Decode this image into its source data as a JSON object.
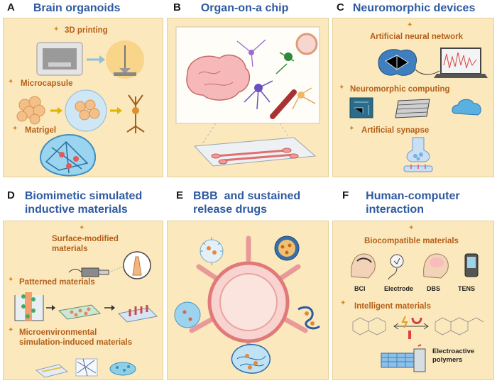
{
  "panels": {
    "a": {
      "letter": "A",
      "title": "Brain organoids",
      "items": [
        "3D printing",
        "Microcapsule",
        "Matrigel"
      ]
    },
    "b": {
      "letter": "B",
      "title": "Organ-on-a chip"
    },
    "c": {
      "letter": "C",
      "title": "Neuromorphic devices",
      "items": [
        "Artificial neural network",
        "Neuromorphic computing",
        "Artificial synapse"
      ]
    },
    "d": {
      "letter": "D",
      "title_line1": "Biomimetic simulated",
      "title_line2": "inductive materials",
      "items": [
        "Surface-modified",
        "materials",
        "Patterned materials",
        "Microenvironmental",
        "simulation-induced materials"
      ]
    },
    "e": {
      "letter": "E",
      "title_line1": "BBB  and sustained",
      "title_line2": "release drugs"
    },
    "f": {
      "letter": "F",
      "title_line1": "Human-computer",
      "title_line2": "interaction",
      "items": [
        "Biocompatible materials",
        "Intelligent materials"
      ],
      "devices": [
        "BCI",
        "Electrode",
        "DBS",
        "TENS"
      ],
      "polymer_line1": "Electroactive",
      "polymer_line2": "polymers"
    }
  },
  "colors": {
    "panel_bg": "#fbe8bd",
    "title": "#2e5aa0",
    "label": "#b45f19"
  }
}
